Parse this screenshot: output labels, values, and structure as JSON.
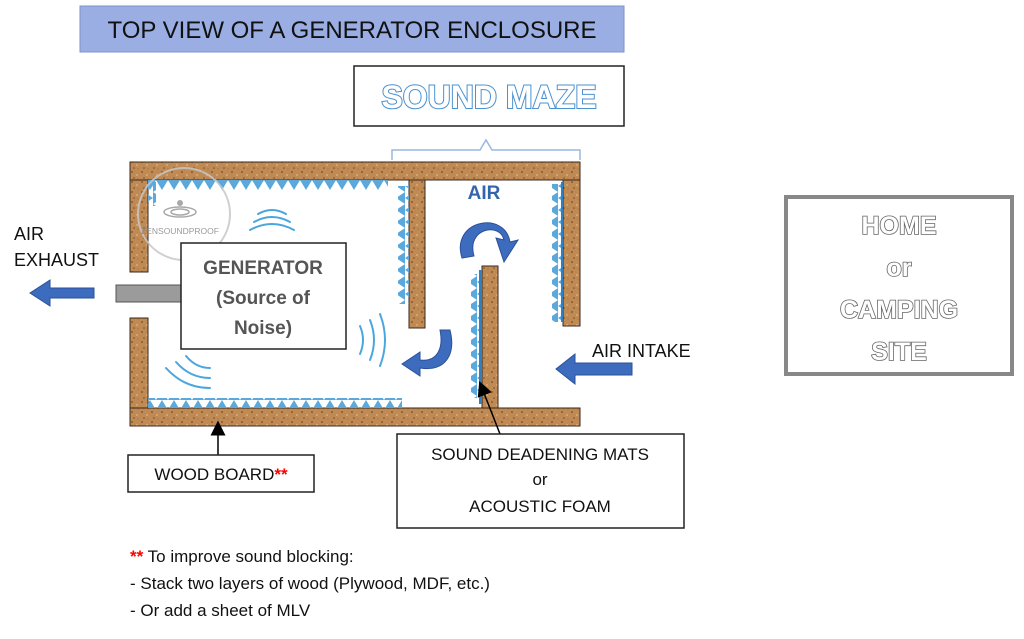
{
  "title": "TOP VIEW OF A GENERATOR ENCLOSURE",
  "sound_maze_label": "SOUND MAZE",
  "generator": {
    "line1": "GENERATOR",
    "line2": "(Source of",
    "line3": "Noise)"
  },
  "air_label": "AIR",
  "air_exhaust": {
    "line1": "AIR",
    "line2": "EXHAUST"
  },
  "air_intake": "AIR INTAKE",
  "watermark": "ZENSOUNDPROOF",
  "home_box": {
    "line1": "HOME",
    "line2": "or",
    "line3": "CAMPING",
    "line4": "SITE"
  },
  "wood_board": {
    "label": "WOOD BOARD",
    "marker": "**"
  },
  "mats_box": {
    "line1": "SOUND DEADENING MATS",
    "line2": "or",
    "line3": "ACOUSTIC FOAM"
  },
  "notes": {
    "marker": "**",
    "intro": " To improve sound blocking:",
    "item1": "- Stack two layers of wood (Plywood, MDF, etc.)",
    "item2": "- Or add a sheet of MLV"
  },
  "colors": {
    "title_bg": "#9aaee3",
    "wood": "#c08a55",
    "foam": "#5aa8dc",
    "arrow": "#3d6cbf",
    "accent_text": "#3464ad",
    "red": "#ff0000"
  }
}
